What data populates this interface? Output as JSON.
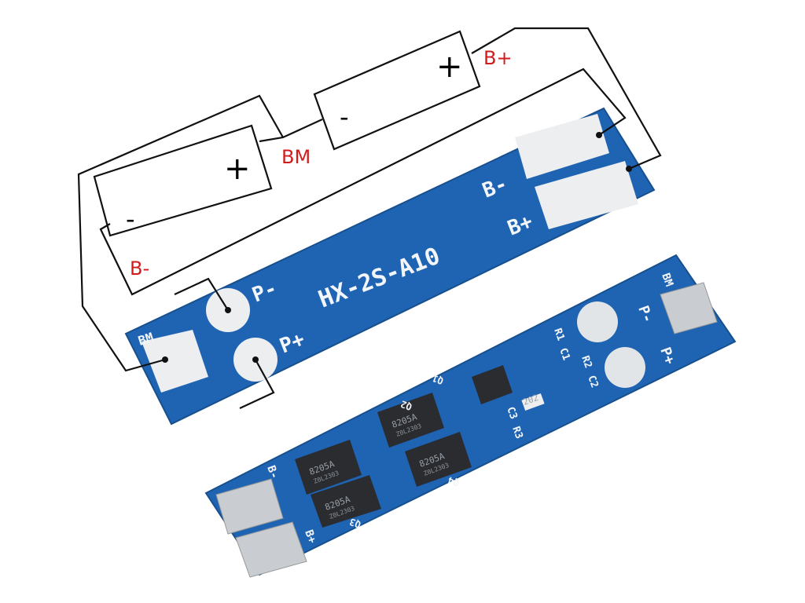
{
  "labels": {
    "b_plus": "B+",
    "bm": "BM",
    "b_minus": "B-"
  },
  "battery_top": {
    "minus": "-",
    "plus": "+"
  },
  "battery_bottom": {
    "minus": "-",
    "plus": "+"
  },
  "board_top": {
    "model": "HX-2S-A10",
    "b_minus": "B-",
    "b_plus": "B+",
    "p_minus": "P-",
    "p_plus": "P+",
    "bm": "BM"
  },
  "board_bottom": {
    "p_minus": "P-",
    "p_plus": "P+",
    "bm": "BM",
    "b_minus": "B-",
    "b_plus": "B+",
    "r1": "R1",
    "c1": "C1",
    "r2": "R2",
    "c2": "C2",
    "c3": "C3",
    "r3": "R3",
    "q1": "Q1",
    "q2": "Q2",
    "q3": "Q3",
    "q4": "Q4",
    "mosfet": "8205A",
    "mosfet_code": "Z0L2303",
    "resistor": "202"
  },
  "colors": {
    "pcb": "#1f63b3",
    "label": "#d21c1c",
    "wire": "#111111",
    "pad": "#e6e9ec"
  }
}
